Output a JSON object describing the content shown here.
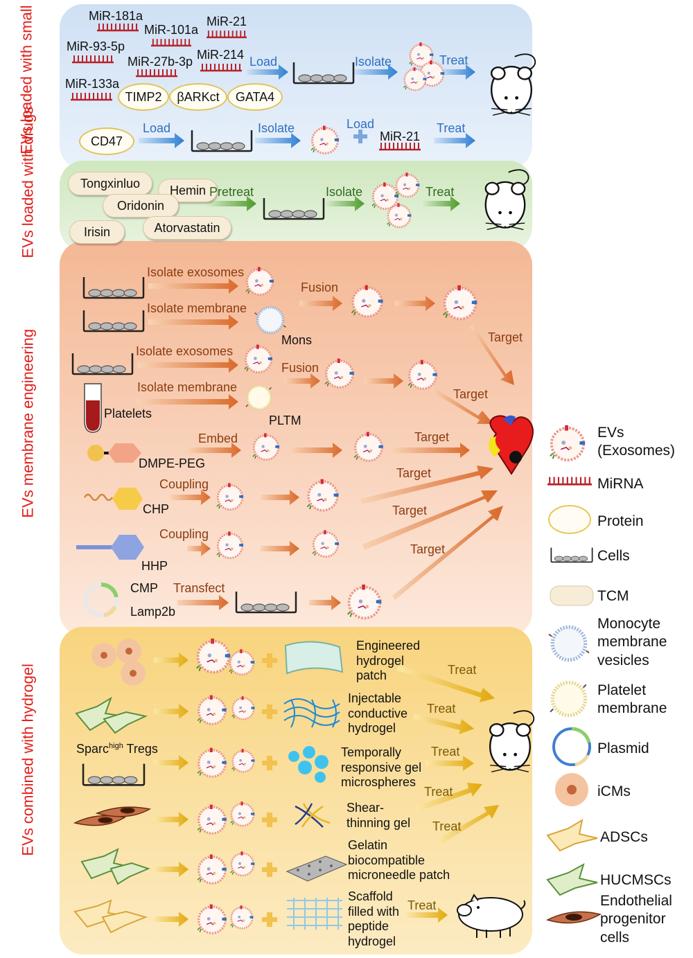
{
  "sections": {
    "small": "EVs loaded with small molecular",
    "drugs": "EVs loaded with drugs",
    "membrane": "EVs membrane engineering",
    "hydrogel": "EVs combined with hydrogel"
  },
  "small": {
    "mirnas": [
      "MiR-181a",
      "MiR-101a",
      "MiR-21",
      "MiR-93-5p",
      "MiR-27b-3p",
      "MiR-214",
      "MiR-133a"
    ],
    "proteins": [
      "TIMP2",
      "βARKct",
      "GATA4"
    ],
    "load": "Load",
    "isolate": "Isolate",
    "treat": "Treat",
    "cd47": "CD47",
    "load2": "Load",
    "isolate2": "Isolate",
    "load3": "Load",
    "mir21": "MiR-21",
    "treat2": "Treat"
  },
  "drugs": {
    "items": [
      "Tongxinluo",
      "Hemin",
      "Oridonin",
      "Irisin",
      "Atorvastatin"
    ],
    "pretreat": "Pretreat",
    "isolate": "Isolate",
    "treat": "Treat"
  },
  "membrane": {
    "isolate_exosomes": "Isolate exosomes",
    "isolate_membrane": "Isolate membrane",
    "fusion": "Fusion",
    "mons": "Mons",
    "target": "Target",
    "isolate_exosomes2": "Isolate exosomes",
    "isolate_membrane2": "Isolate membrane",
    "fusion2": "Fusion",
    "platelets": "Platelets",
    "pltm": "PLTM",
    "embed": "Embed",
    "dmpe": "DMPE-PEG",
    "coupling": "Coupling",
    "chp": "CHP",
    "coupling2": "Coupling",
    "hhp": "HHP",
    "cmp": "CMP",
    "lamp2b": "Lamp2b",
    "transfect": "Transfect"
  },
  "hydrogel": {
    "h1": "Engineered hydrogel patch",
    "h2": "Injectable conductive hydrogel",
    "h3": "Temporally responsive gel microspheres",
    "h4": "Shear- thinning gel",
    "h5": "Gelatin biocompatible microneedle patch",
    "h6": "Scaffold filled with peptide hydrogel",
    "sparc_pre": "Sparc",
    "sparc_sup": "high",
    "sparc_post": " Tregs",
    "treat": "Treat"
  },
  "legend": {
    "evs": "EVs (Exosomes)",
    "mirna": "MiRNA",
    "protein": "Protein",
    "cells": "Cells",
    "tcm": "TCM",
    "monocyte": "Monocyte membrane vesicles",
    "platelet": "Platelet membrane",
    "plasmid": "Plasmid",
    "icms": "iCMs",
    "adscs": "ADSCs",
    "hucmscs": "HUCMSCs",
    "epc": "Endothelial progenitor cells"
  },
  "colors": {
    "blue_panel": "#dbe8f6",
    "green_panel": "#d7ebcb",
    "orange_panel": "#f6c7a8",
    "yellow_panel": "#f8dfa0",
    "section_label": "#e0201c",
    "mirna": "#b8222a"
  }
}
